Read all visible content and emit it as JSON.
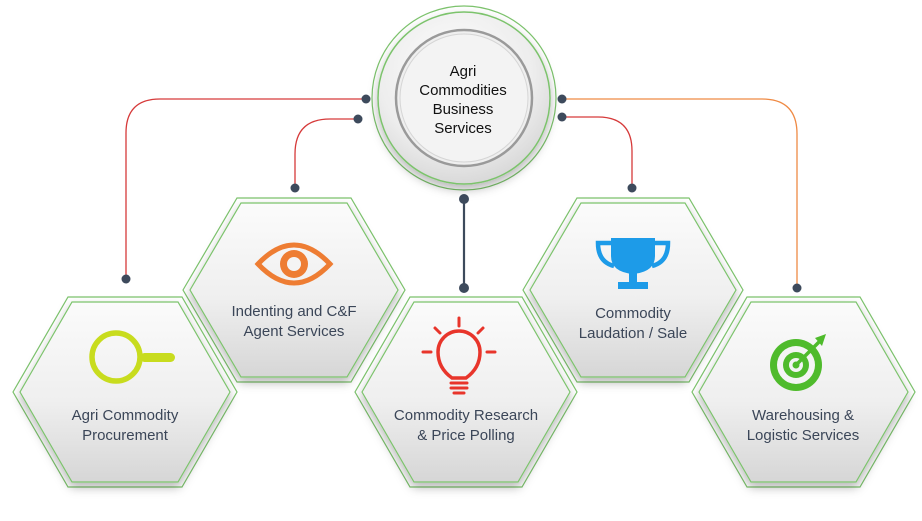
{
  "center": {
    "line1": "Agri",
    "line2": "Commodities",
    "line3": "Business",
    "line4": "Services"
  },
  "services": [
    {
      "line1": "Agri Commodity",
      "line2": "Procurement",
      "icon": "magnifier-icon",
      "color": "#c8dc1e"
    },
    {
      "line1": "Indenting and C&F",
      "line2": "Agent Services",
      "icon": "eye-icon",
      "color": "#ee7d33"
    },
    {
      "line1": "Commodity Research",
      "line2": "& Price Polling",
      "icon": "lightbulb-icon",
      "color": "#e8352b"
    },
    {
      "line1": "Commodity",
      "line2": "Laudation / Sale",
      "icon": "trophy-icon",
      "color": "#1d9be8"
    },
    {
      "line1": "Warehousing &",
      "line2": "Logistic Services",
      "icon": "target-icon",
      "color": "#4fbb2c"
    }
  ],
  "colors": {
    "hex_border": "#7cc36c",
    "connector_red": "#d63a3a",
    "connector_orange": "#ef8a44",
    "connector_dark": "#3d4a5c",
    "text": "#3b4658"
  }
}
